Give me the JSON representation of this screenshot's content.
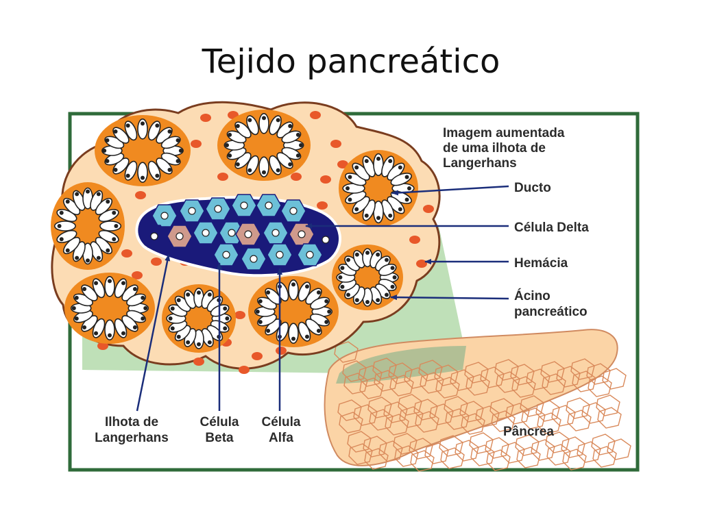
{
  "slide": {
    "title": "Tejido pancreático"
  },
  "figure": {
    "caption": [
      "Imagem aumentada",
      "de uma ilhota de",
      "Langerhans"
    ],
    "labels": {
      "ducto": "Ducto",
      "celula_delta": "Célula Delta",
      "hemacia": "Hemácia",
      "acino_1": "Ácino",
      "acino_2": "pancreático",
      "ilhota_1": "Ilhota de",
      "ilhota_2": "Langerhans",
      "beta_1": "Célula",
      "beta_2": "Beta",
      "alfa_1": "Célula",
      "alfa_2": "Alfa",
      "pancreas": "Pâncrea"
    },
    "colors": {
      "frame": "#2f6b3a",
      "background_green": "#bfe0b8",
      "tissue": "#fcdcb4",
      "tissue_outline": "#7a3d1f",
      "lumen": "#f08a20",
      "red_cell": "#e8582a",
      "beta_cell": "#6cc0d8",
      "delta_cell": "#cf9a8c",
      "alpha_cell": "#1a1a7a",
      "arrow": "#1a2d7a",
      "pancreas_fill": "#fbd4a6"
    }
  }
}
